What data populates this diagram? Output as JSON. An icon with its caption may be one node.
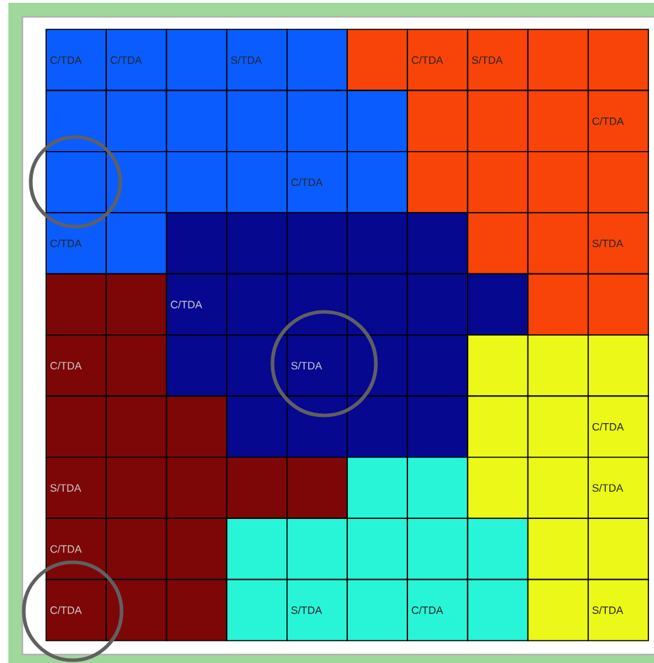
{
  "diagram": {
    "labels": [
      "C/TDA",
      "C/TDA",
      "S/TDA",
      "C/TDA",
      "S/TDA",
      "C/TDA",
      "C/TDA",
      "C/TDA",
      "S/TDA",
      "C/TDA",
      "C/TDA",
      "S/TDA",
      "C/TDA",
      "S/TDA",
      "S/TDA",
      "C/TDA",
      "C/TDA",
      "S/TDA",
      "C/TDA",
      "S/TDA"
    ]
  }
}
